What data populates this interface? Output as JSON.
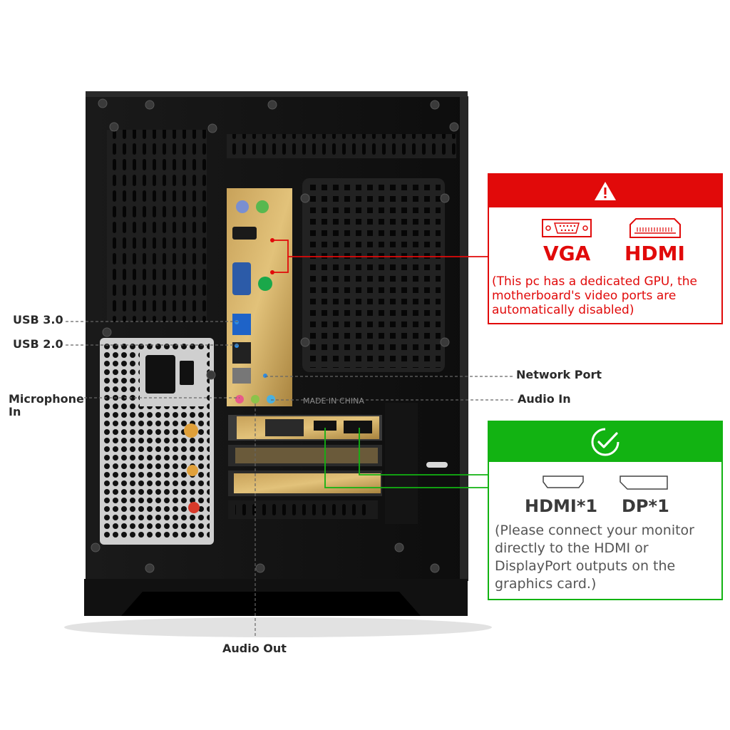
{
  "callouts": {
    "usb3": "USB 3.0",
    "usb2": "USB 2.0",
    "microphone": "Microphone In",
    "network": "Network Port",
    "audio_in": "Audio In",
    "audio_out": "Audio Out"
  },
  "warning": {
    "icon": "warning-triangle-icon",
    "port1": "VGA",
    "port2": "HDMI",
    "note": "(This pc has a dedicated GPU, the motherboard's video ports are automatically disabled)",
    "color": "#e10a0a"
  },
  "ok": {
    "icon": "check-circle-icon",
    "port1": "HDMI*1",
    "port2": "DP*1",
    "note": "(Please connect your monitor directly to the HDMI or DisplayPort outputs on the graphics card.)",
    "color": "#12b312"
  },
  "io_shield_text": "MADE IN CHINA"
}
